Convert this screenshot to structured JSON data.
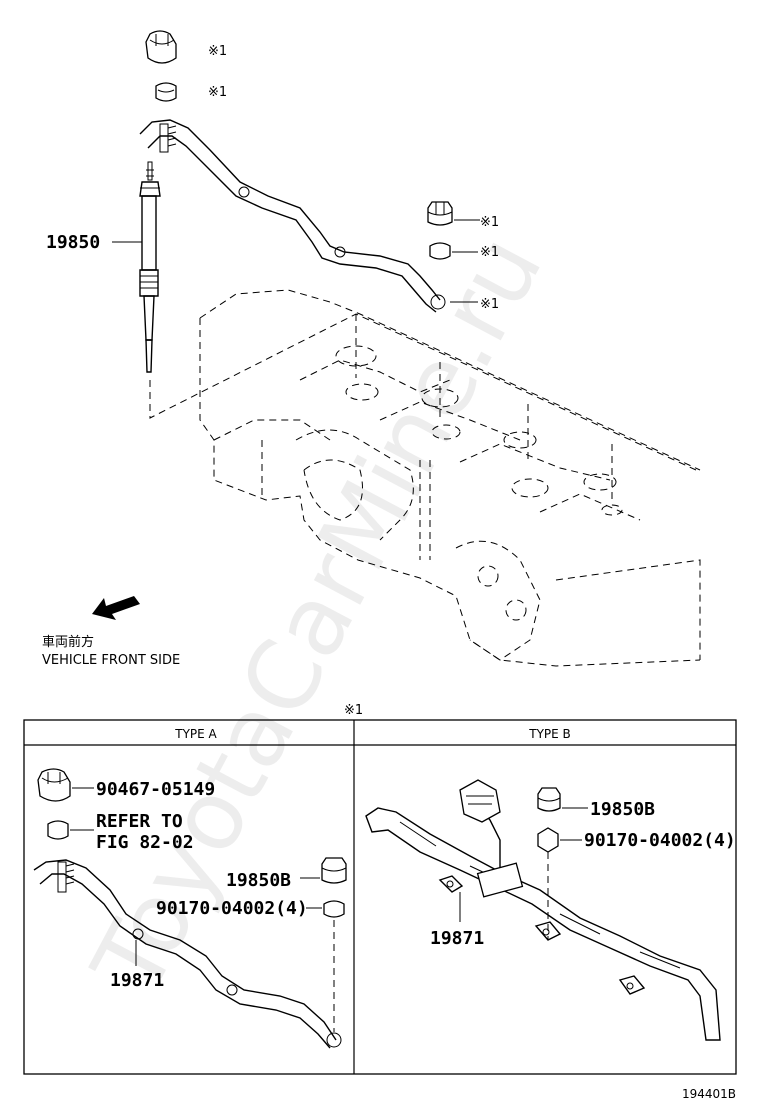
{
  "top": {
    "glow_plug_label": "19850",
    "ref_mark": "※1",
    "vehicle_front_jp": "車両前方",
    "vehicle_front_en": "VEHICLE FRONT SIDE"
  },
  "table": {
    "ref_mark": "※1",
    "type_a": {
      "header": "TYPE A",
      "nut_label": "90467-05149",
      "refer_line1": "REFER TO",
      "refer_line2": "FIG 82-02",
      "cap_label": "19850B",
      "small_nut_label": "90170-04002(4)",
      "bus_bar_label": "19871"
    },
    "type_b": {
      "header": "TYPE B",
      "cap_label": "19850B",
      "nut_label": "90170-04002(4)",
      "harness_label": "19871"
    }
  },
  "figure_code": "194401B",
  "watermark": "ToyotaCarMine.ru"
}
